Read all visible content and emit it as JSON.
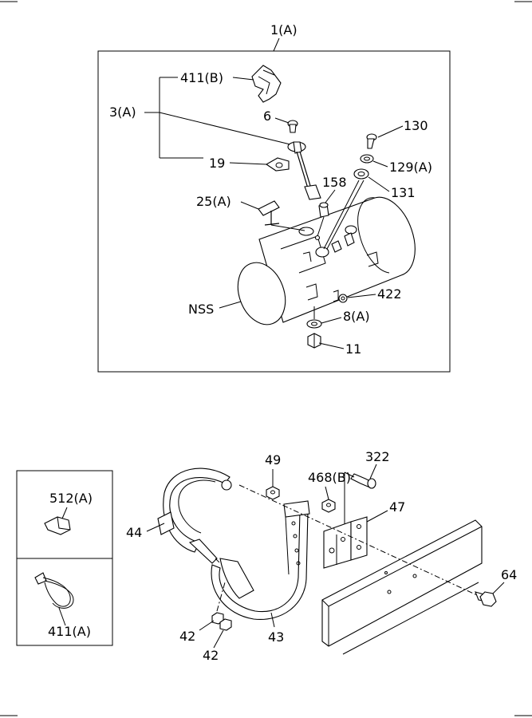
{
  "labels": {
    "assembly": "1(A)",
    "l411b": "411(B)",
    "l3a": "3(A)",
    "l6": "6",
    "l19": "19",
    "l130": "130",
    "l129a": "129(A)",
    "l131": "131",
    "l158": "158",
    "l25a": "25(A)",
    "nss": "NSS",
    "l422": "422",
    "l8a": "8(A)",
    "l11": "11",
    "l49": "49",
    "l468b": "468(B)",
    "l322": "322",
    "l47": "47",
    "l512a": "512(A)",
    "l44": "44",
    "l64": "64",
    "l411a": "411(A)",
    "l42a": "42",
    "l42b": "42",
    "l43": "43"
  }
}
